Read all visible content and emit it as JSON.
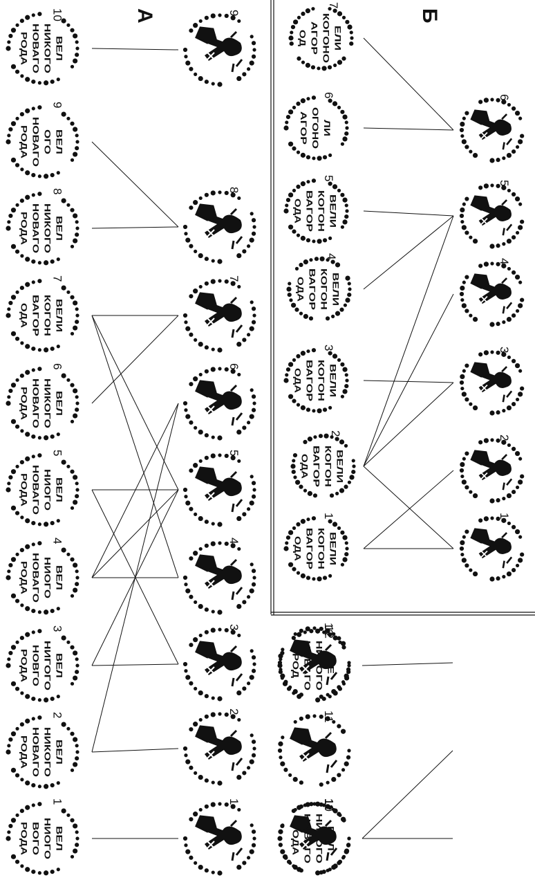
{
  "panels": [
    {
      "letter": "А",
      "obverse": [
        {
          "n": "1",
          "legend": [
            "ВЕЛ",
            "НИОГО",
            "ВОГО",
            "РОДА"
          ]
        },
        {
          "n": "2",
          "legend": [
            "ВЕЛ",
            "НИКОГО",
            "НОВАГО",
            "РОДА"
          ]
        },
        {
          "n": "3",
          "legend": [
            "ВЕЛ",
            "НИГОГО",
            "НОВГО",
            "РОДА"
          ]
        },
        {
          "n": "4",
          "legend": [
            "ВЕЛ",
            "НИОГО",
            "НОВАГО",
            "РОДА"
          ]
        },
        {
          "n": "5",
          "legend": [
            "ВЕЛ",
            "НИОГО",
            "НОВАГО",
            "РОДА"
          ]
        },
        {
          "n": "6",
          "legend": [
            "ВЕЛ",
            "НИКОГО",
            "НОВАГО",
            "РОДА"
          ]
        },
        {
          "n": "7",
          "legend": [
            "ВЕЛИ",
            "КОГОН",
            "ВАГОР",
            "ОДА"
          ]
        },
        {
          "n": "8",
          "legend": [
            "ВЕЛ",
            "НИКОГО",
            "НОВАГО",
            "РОДА"
          ]
        },
        {
          "n": "9",
          "legend": [
            "ВЕЛ",
            "ОГО",
            "НОВАГО",
            "РОДА"
          ]
        },
        {
          "n": "10",
          "legend": [
            "ВЕЛ",
            "НИКОГО",
            "НОВАГО",
            "РОДА"
          ]
        },
        {
          "n": "11",
          "legend": [
            "ВЕЛ",
            "НИКОГО",
            "НОВАГО",
            "РОДА"
          ]
        },
        {
          "n": "12",
          "legend": [
            "ВЕ",
            "НИКОГО",
            "НОВАГО",
            "РОД"
          ]
        }
      ],
      "reverse": [
        {
          "n": "1"
        },
        {
          "n": "2"
        },
        {
          "n": "3"
        },
        {
          "n": "4"
        },
        {
          "n": "5"
        },
        {
          "n": "6"
        },
        {
          "n": "7"
        },
        {
          "n": "8"
        },
        {
          "n": "9"
        },
        {
          "n": "10"
        },
        {
          "n": "11"
        },
        {
          "n": "12"
        }
      ],
      "links": [
        [
          "1",
          "1"
        ],
        [
          "2",
          "2"
        ],
        [
          "2",
          "6"
        ],
        [
          "3",
          "3"
        ],
        [
          "3",
          "5"
        ],
        [
          "4",
          "4"
        ],
        [
          "4",
          "5"
        ],
        [
          "4",
          "6"
        ],
        [
          "5",
          "5"
        ],
        [
          "5",
          "3"
        ],
        [
          "6",
          "7"
        ],
        [
          "7",
          "7"
        ],
        [
          "7",
          "5"
        ],
        [
          "7",
          "4"
        ],
        [
          "8",
          "8"
        ],
        [
          "9",
          "8"
        ],
        [
          "10",
          "9"
        ],
        [
          "11",
          "10"
        ],
        [
          "11",
          "11"
        ],
        [
          "12",
          "12"
        ]
      ]
    },
    {
      "letter": "Б",
      "obverse": [
        {
          "n": "1",
          "legend": [
            "ВЕЛИ",
            "КОГОН",
            "ВАГОР",
            "ОДА"
          ]
        },
        {
          "n": "2",
          "legend": [
            "ВЕЛИ",
            "КОГОН",
            "ВАГОР",
            "ОДА"
          ]
        },
        {
          "n": "3",
          "legend": [
            "ВЕЛИ",
            "КОГОН",
            "ВАГОР",
            "ОДА"
          ]
        },
        {
          "n": "4",
          "legend": [
            "ВЕЛИ",
            "КОГОН",
            "ВАГОР",
            "ОДА"
          ]
        },
        {
          "n": "5",
          "legend": [
            "ВЕЛИ",
            "КОГОН",
            "ВАГОР",
            "ОДА"
          ]
        },
        {
          "n": "6",
          "legend": [
            "ЛИ",
            "ОГОНО",
            "АГОР"
          ]
        },
        {
          "n": "7",
          "legend": [
            "ЕЛИ",
            "КОГОНО",
            "АГОР",
            "ОД"
          ]
        }
      ],
      "reverse": [
        {
          "n": "1"
        },
        {
          "n": "2"
        },
        {
          "n": "3"
        },
        {
          "n": "4"
        },
        {
          "n": "5"
        },
        {
          "n": "6"
        }
      ],
      "links": [
        [
          "1",
          "1"
        ],
        [
          "1",
          "2"
        ],
        [
          "2",
          "1"
        ],
        [
          "2",
          "3"
        ],
        [
          "2",
          "4"
        ],
        [
          "2",
          "5"
        ],
        [
          "3",
          "3"
        ],
        [
          "4",
          "5"
        ],
        [
          "5",
          "5"
        ],
        [
          "6",
          "6"
        ],
        [
          "7",
          "6"
        ]
      ]
    }
  ]
}
